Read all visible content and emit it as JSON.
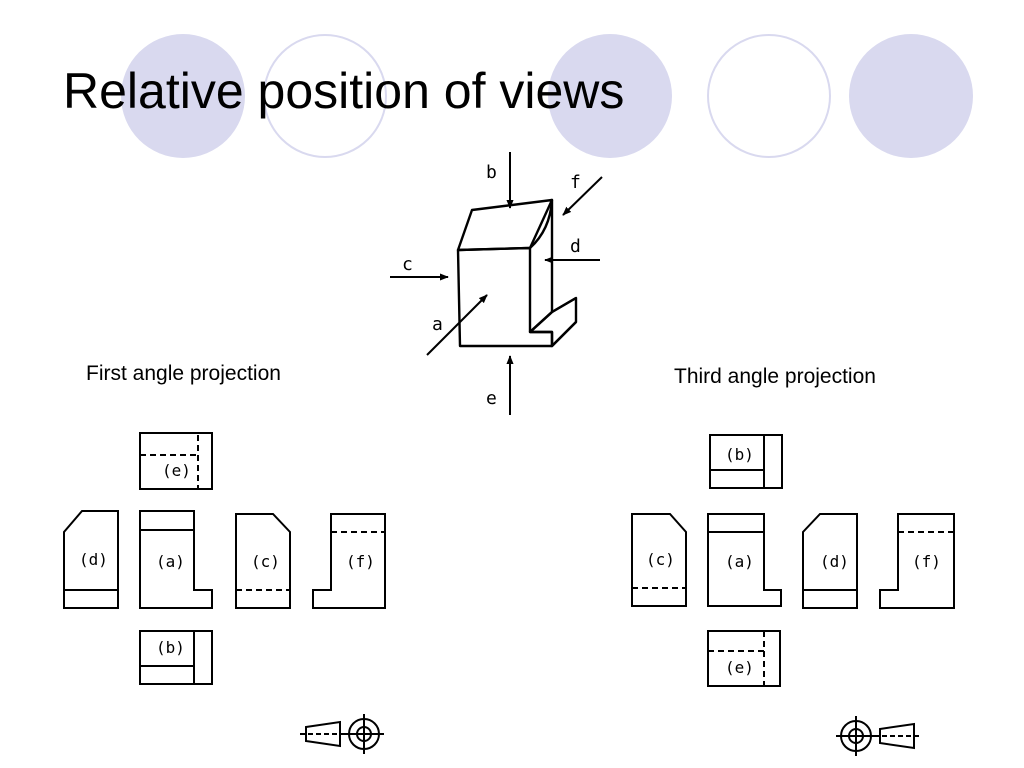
{
  "slide": {
    "title": "Relative position of views",
    "first_angle_caption": "First angle projection",
    "third_angle_caption": "Third angle projection",
    "colors": {
      "accent_circle": "#d9d9ef",
      "line": "#000000"
    }
  },
  "isometric": {
    "arrow_labels": {
      "a": "a",
      "b": "b",
      "c": "c",
      "d": "d",
      "e": "e",
      "f": "f"
    }
  },
  "first_angle": {
    "view_labels": {
      "top": "(e)",
      "left": "(d)",
      "front": "(a)",
      "right": "(c)",
      "rear": "(f)",
      "bottom": "(b)"
    },
    "symbol": "first-angle-projection-symbol"
  },
  "third_angle": {
    "view_labels": {
      "top": "(b)",
      "left": "(c)",
      "front": "(a)",
      "right": "(d)",
      "rear": "(f)",
      "bottom": "(e)"
    },
    "symbol": "third-angle-projection-symbol"
  }
}
